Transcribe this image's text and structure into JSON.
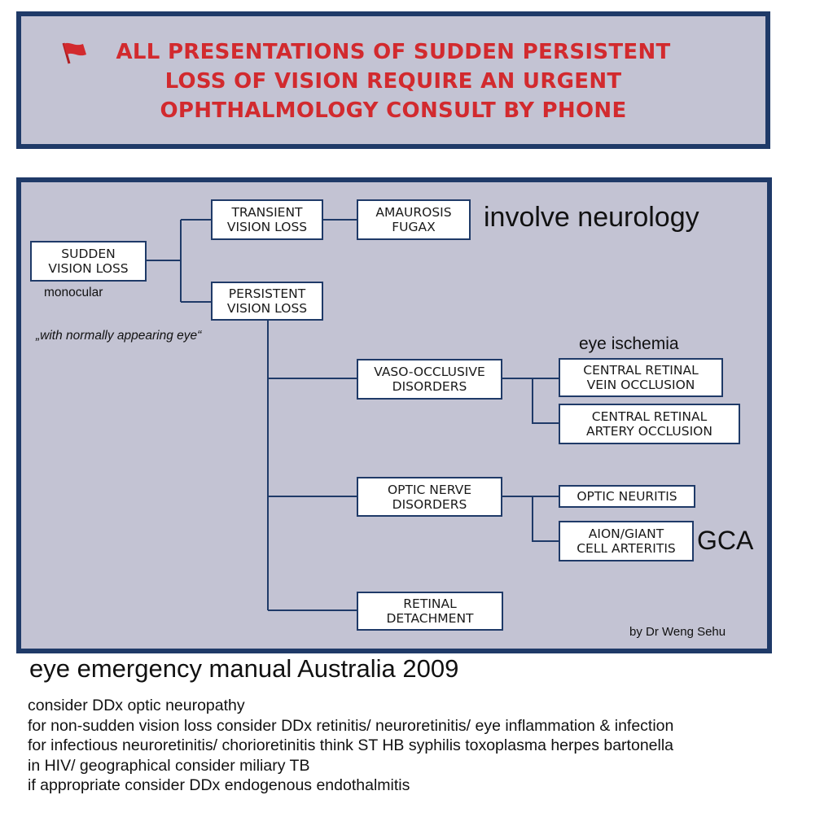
{
  "alert": {
    "lines": [
      "ALL PRESENTATIONS OF SUDDEN PERSISTENT",
      "LOSS OF VISION REQUIRE AN URGENT",
      "OPHTHALMOLOGY CONSULT BY PHONE"
    ],
    "icon": "red-flag-icon",
    "color": "#d22a2e"
  },
  "diagram": {
    "nodes": {
      "sudden": [
        "SUDDEN",
        "VISION LOSS"
      ],
      "transient": [
        "TRANSIENT",
        "VISION LOSS"
      ],
      "amaurosis": [
        "AMAUROSIS",
        "FUGAX"
      ],
      "persistent": [
        "PERSISTENT",
        "VISION LOSS"
      ],
      "vaso": [
        "VASO-OCCLUSIVE",
        "DISORDERS"
      ],
      "crvo": [
        "CENTRAL RETINAL",
        "VEIN OCCLUSION"
      ],
      "crao": [
        "CENTRAL RETINAL",
        "ARTERY OCCLUSION"
      ],
      "optic_nerve": [
        "OPTIC NERVE",
        "DISORDERS"
      ],
      "optic_neuritis": [
        "OPTIC NEURITIS"
      ],
      "aion": [
        "AION/GIANT",
        "CELL ARTERITIS"
      ],
      "retinal_detachment": [
        "RETINAL",
        "DETACHMENT"
      ]
    },
    "notes": {
      "involve_neurology": "involve neurology",
      "monocular": "monocular",
      "normal_eye": "„with normally appearing eye“",
      "eye_ischemia": "eye ischemia",
      "gca": "GCA",
      "author": "by Dr Weng Sehu"
    },
    "colors": {
      "panel": "#c3c3d3",
      "border": "#1f3a68",
      "box": "#ffffff"
    }
  },
  "footer": {
    "title": "eye emergency manual Australia 2009",
    "notes": [
      "consider DDx optic neuropathy",
      "for non-sudden vision loss consider DDx retinitis/ neuroretinitis/ eye inflammation & infection",
      "for infectious neuroretinitis/ chorioretinitis think ST HB syphilis toxoplasma herpes bartonella",
      "in HIV/ geographical consider miliary TB",
      "if appropriate consider DDx endogenous endothalmitis"
    ]
  }
}
